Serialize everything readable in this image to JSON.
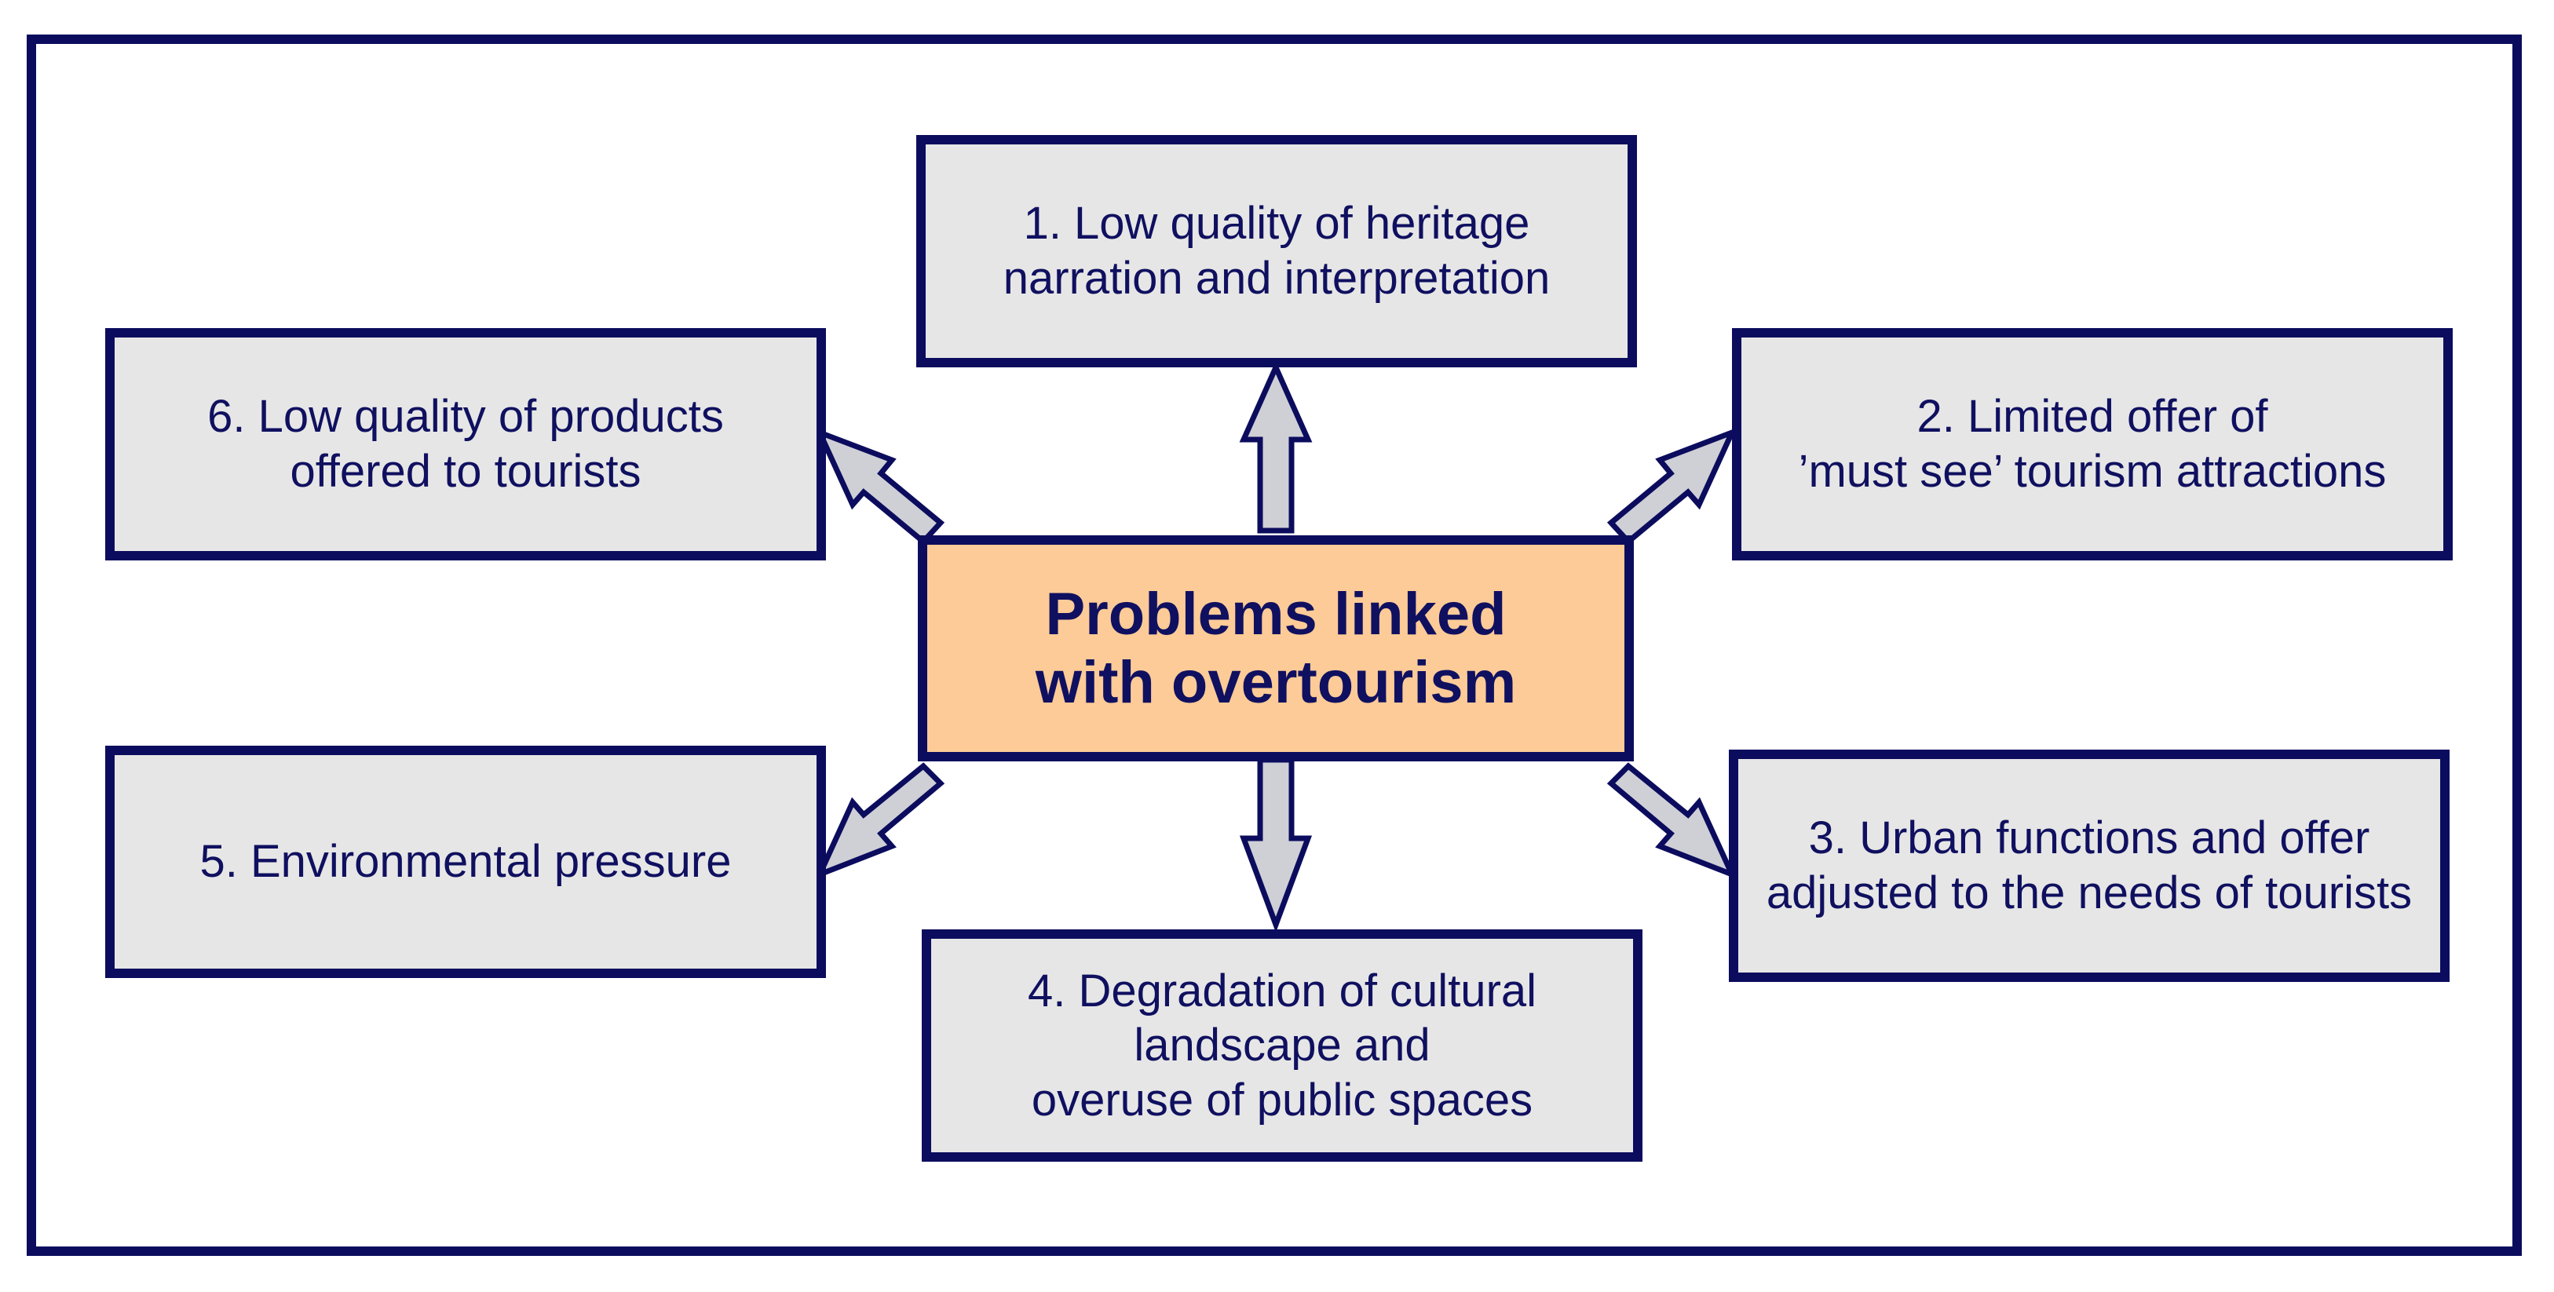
{
  "diagram": {
    "center": "Problems linked\nwith overtourism",
    "items": [
      {
        "text": "1. Low quality of heritage\nnarration and interpretation"
      },
      {
        "text": "2. Limited offer of\n’must see’ tourism attractions"
      },
      {
        "text": "3. Urban functions and offer\nadjusted to the needs of tourists"
      },
      {
        "text": "4. Degradation of cultural\nlandscape and\noveruse of public spaces"
      },
      {
        "text": "5. Environmental pressure"
      },
      {
        "text": "6. Low quality of products\noffered to tourists"
      }
    ]
  },
  "colors": {
    "border": "#0c0c5e",
    "box_fill": "#e6e6e6",
    "center_fill": "#fccb97",
    "arrow_fill": "#cfd0d6",
    "text": "#101060"
  }
}
